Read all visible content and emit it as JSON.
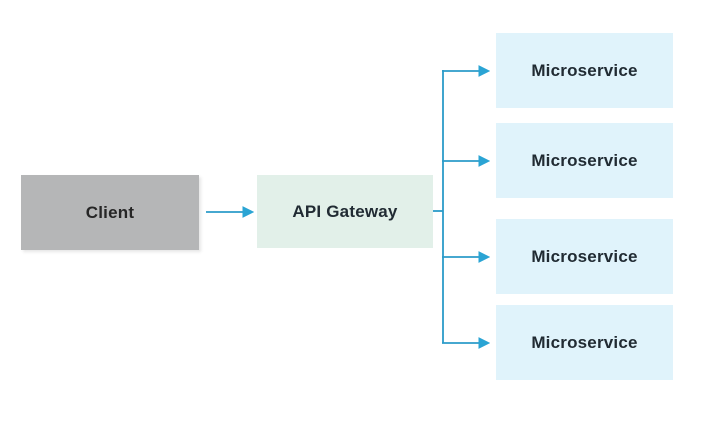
{
  "diagram": {
    "title": "Client to API Gateway to Microservices architecture diagram",
    "nodes": {
      "client": {
        "label": "Client",
        "bg_color": "#b5b6b7"
      },
      "gateway": {
        "label": "API Gateway",
        "bg_color": "#e2f0e9"
      },
      "microservices": [
        {
          "label": "Microservice"
        },
        {
          "label": "Microservice"
        },
        {
          "label": "Microservice"
        },
        {
          "label": "Microservice"
        }
      ],
      "microservice_bg_color": "#e0f3fb"
    },
    "edges": [
      {
        "from": "client",
        "to": "gateway",
        "style": "arrow"
      },
      {
        "from": "gateway",
        "to": "microservice-1",
        "style": "arrow"
      },
      {
        "from": "gateway",
        "to": "microservice-2",
        "style": "arrow"
      },
      {
        "from": "gateway",
        "to": "microservice-3",
        "style": "arrow"
      },
      {
        "from": "gateway",
        "to": "microservice-4",
        "style": "arrow"
      }
    ],
    "colors": {
      "arrow": "#2b9bc9",
      "arrowhead": "#2aa4d4",
      "text": "#212b33",
      "background": "#ffffff"
    }
  }
}
